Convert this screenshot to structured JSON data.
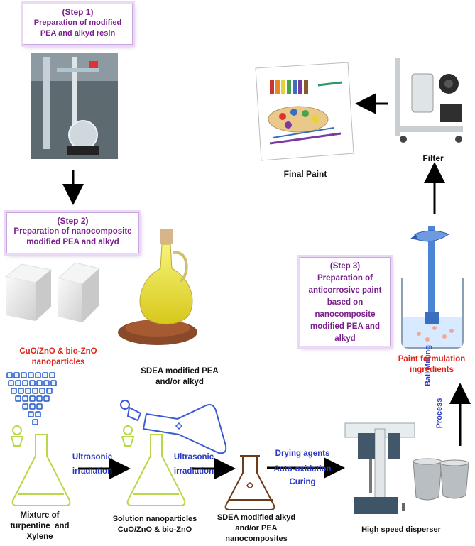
{
  "step1": {
    "title": "(Step 1)",
    "line1": "Preparation of modified",
    "line2": "PEA and alkyd resin"
  },
  "step2": {
    "title": "(Step 2)",
    "line1": "Preparation of nanocomposite",
    "line2": "modified PEA and alkyd"
  },
  "step3": {
    "title": "(Step 3)",
    "line1": "Preparation of",
    "line2": "anticorrosive paint",
    "line3": "based on",
    "line4": "nanocomposite",
    "line5": "modified PEA and",
    "line6": "alkyd"
  },
  "nanoparticles": {
    "line1": "CuO/ZnO & bio-ZnO",
    "line2": "nanoparticles"
  },
  "sdea_pea": {
    "line1": "SDEA modified PEA",
    "line2": "and/or alkyd"
  },
  "arrow1": {
    "line1": "Ultrasonic",
    "line2": "irradiation"
  },
  "arrow2": {
    "line1": "Ultrasonic",
    "line2": "irradiation"
  },
  "arrow3": {
    "line1": "Drying agents",
    "line2": "Auto-oxidation",
    "line3": "Curing"
  },
  "mixture": {
    "line1": "Mixture of",
    "line2": "turpentine  and",
    "line3": "Xylene"
  },
  "solution": {
    "line1": "Solution nanoparticles",
    "line2": "CuO/ZnO & bio-ZnO"
  },
  "sdea_nano": {
    "line1": "SDEA modified alkyd",
    "line2": "and/or PEA",
    "line3": "nanocomposites"
  },
  "disperser": {
    "label": "High speed disperser"
  },
  "ball_milling": {
    "line1": "Ball Milling",
    "line2": "Process"
  },
  "paint_ingredients": {
    "line1": "Paint formulation",
    "line2": "ingredients"
  },
  "filter": {
    "label": "Filter"
  },
  "final_paint": {
    "label": "Final Paint"
  },
  "colors": {
    "step_text": "#7a1f8c",
    "red": "#e2231a",
    "blue_text": "#2a39c4",
    "flask_green": "#b8d84a"
  }
}
